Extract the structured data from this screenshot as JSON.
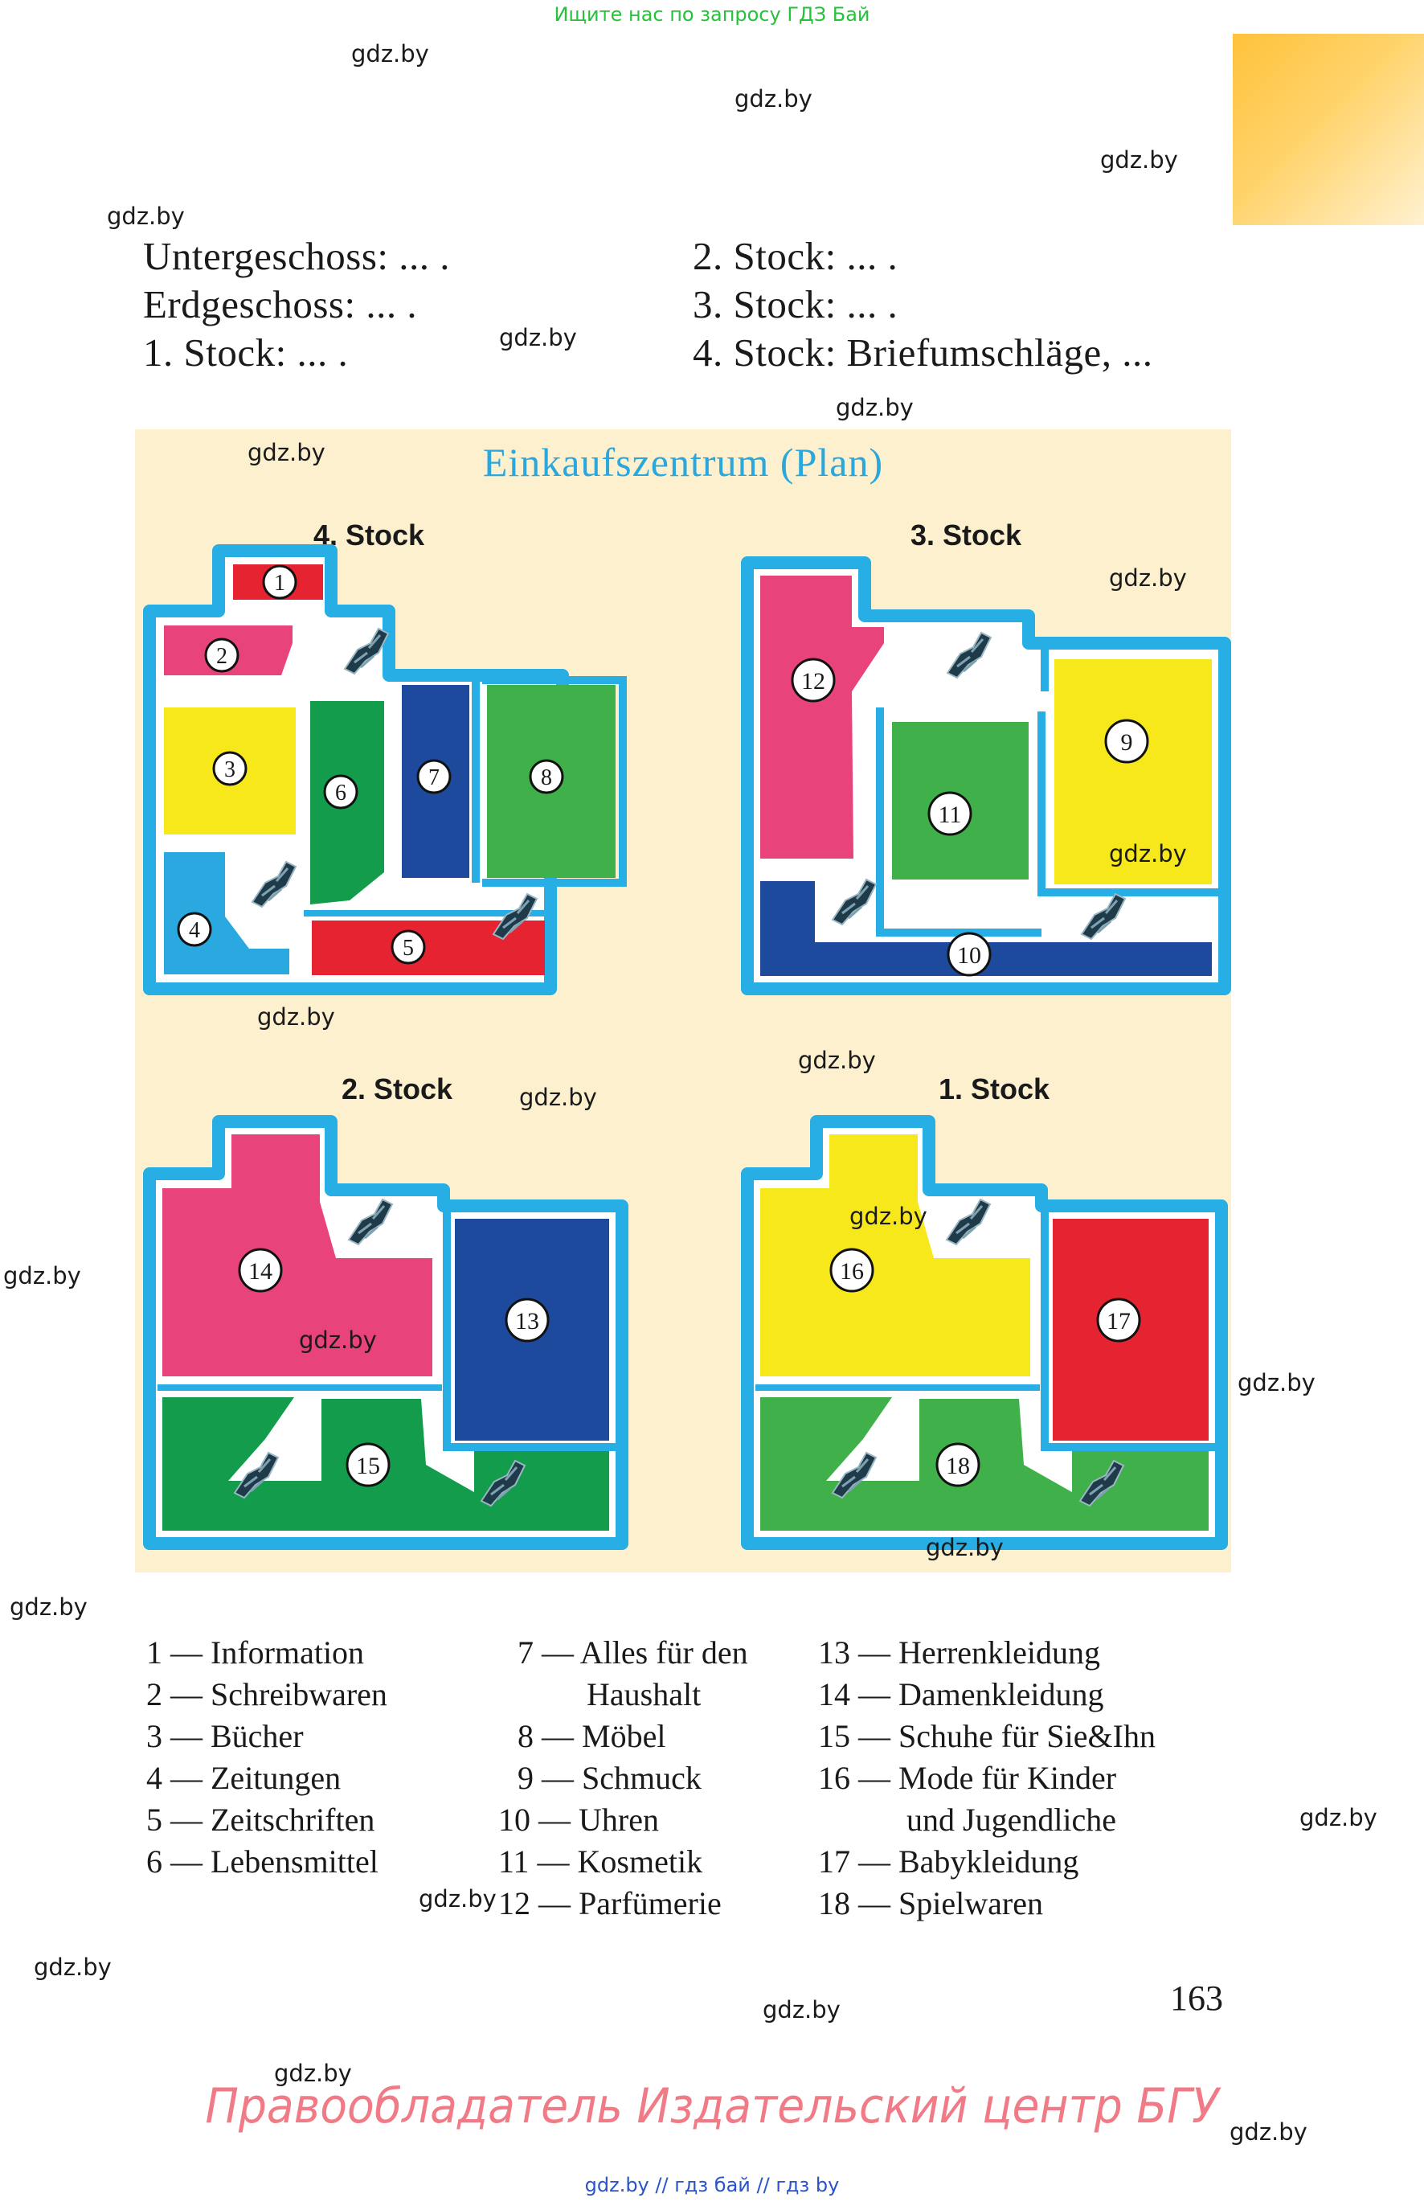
{
  "top_note": "Ищите нас по запросу ГДЗ Бай",
  "watermark": "gdz.by",
  "task_lines": {
    "left": [
      "Untergeschoss: ... .",
      "Erdgeschoss: ... .",
      "1. Stock: ... ."
    ],
    "right": [
      "2. Stock: ... .",
      "3. Stock: ... .",
      "4. Stock: Briefumschläge, ..."
    ]
  },
  "plan": {
    "title": "Einkaufszentrum (Plan)",
    "floors": {
      "f4": "4. Stock",
      "f3": "3. Stock",
      "f2": "2. Stock",
      "f1": "1. Stock"
    },
    "numbers": [
      "1",
      "2",
      "3",
      "4",
      "5",
      "6",
      "7",
      "8",
      "9",
      "10",
      "11",
      "12",
      "13",
      "14",
      "15",
      "16",
      "17",
      "18"
    ],
    "colors": {
      "wall": "#27aee4",
      "red": "#e62330",
      "pink": "#e8437b",
      "yellow": "#f7e81b",
      "green": "#40b04a",
      "darkgreen": "#139c4c",
      "blue": "#1e4a9e",
      "lightblue": "#2aa9e0"
    },
    "icon": "escalator-icon"
  },
  "legend": {
    "col1": [
      "1 — Information",
      "2 — Schreibwaren",
      "3 — Bücher",
      "4 — Zeitungen",
      "5 — Zeitschriften",
      "6 — Lebensmittel"
    ],
    "col2": [
      "7 — Alles für den",
      "Haushalt",
      "8 — Möbel",
      "9 — Schmuck",
      "10 — Uhren",
      "11 — Kosmetik",
      "12 — Parfümerie"
    ],
    "col3": [
      "13 — Herrenkleidung",
      "14 — Damenkleidung",
      "15 — Schuhe für Sie&Ihn",
      "16 — Mode für Kinder",
      "und Jugendliche",
      "17 — Babykleidung",
      "18 — Spielwaren"
    ]
  },
  "page_number": "163",
  "rights_holder": "Правообладатель Издательский центр БГУ",
  "bottom_note": "gdz.by  //  гдз бай  //  гдз by"
}
